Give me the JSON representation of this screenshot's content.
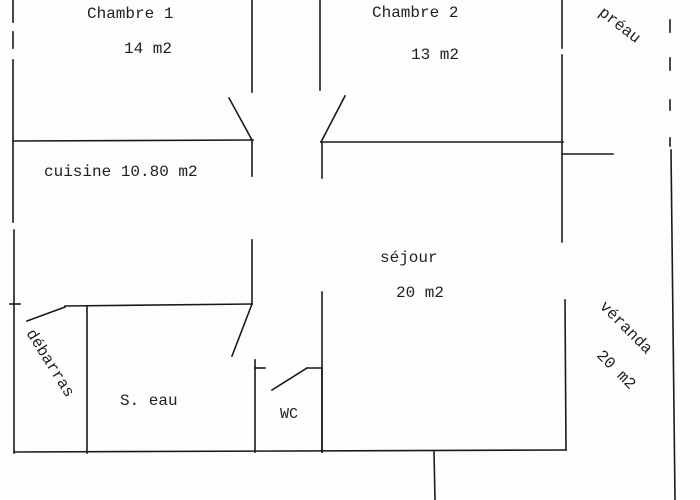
{
  "plan": {
    "stroke_color": "#1a1a1a",
    "background": "#fdfdfc",
    "rooms": [
      {
        "id": "chambre-1",
        "name": "Chambre 1",
        "area": "14 m2"
      },
      {
        "id": "chambre-2",
        "name": "Chambre 2",
        "area": "13 m2"
      },
      {
        "id": "cuisine",
        "name": "cuisine 10.80 m2"
      },
      {
        "id": "sejour",
        "name": "séjour",
        "area": "20 m2"
      },
      {
        "id": "debarras",
        "name": "débarras"
      },
      {
        "id": "salle-eau",
        "name": "S. eau"
      },
      {
        "id": "wc",
        "name": "WC"
      },
      {
        "id": "veranda",
        "name": "véranda",
        "area": "20 m2"
      },
      {
        "id": "preau",
        "name": "préau"
      }
    ]
  }
}
